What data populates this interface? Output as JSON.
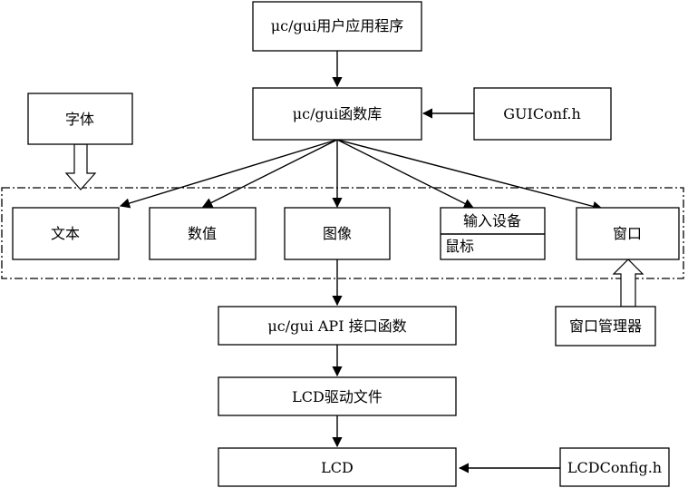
{
  "nodes": {
    "app": "μc/gui用户应用程序",
    "lib": "μc/gui函数库",
    "conf": "GUIConf.h",
    "font": "字体",
    "text": "文本",
    "number": "数值",
    "image": "图像",
    "input_device": "输入设备",
    "mouse": "鼠标",
    "window": "窗口",
    "window_manager": "窗口管理器",
    "api": "μc/gui API 接口函数",
    "lcd_driver": "LCD驱动文件",
    "lcd": "LCD",
    "lcd_config": "LCDConfig.h"
  }
}
